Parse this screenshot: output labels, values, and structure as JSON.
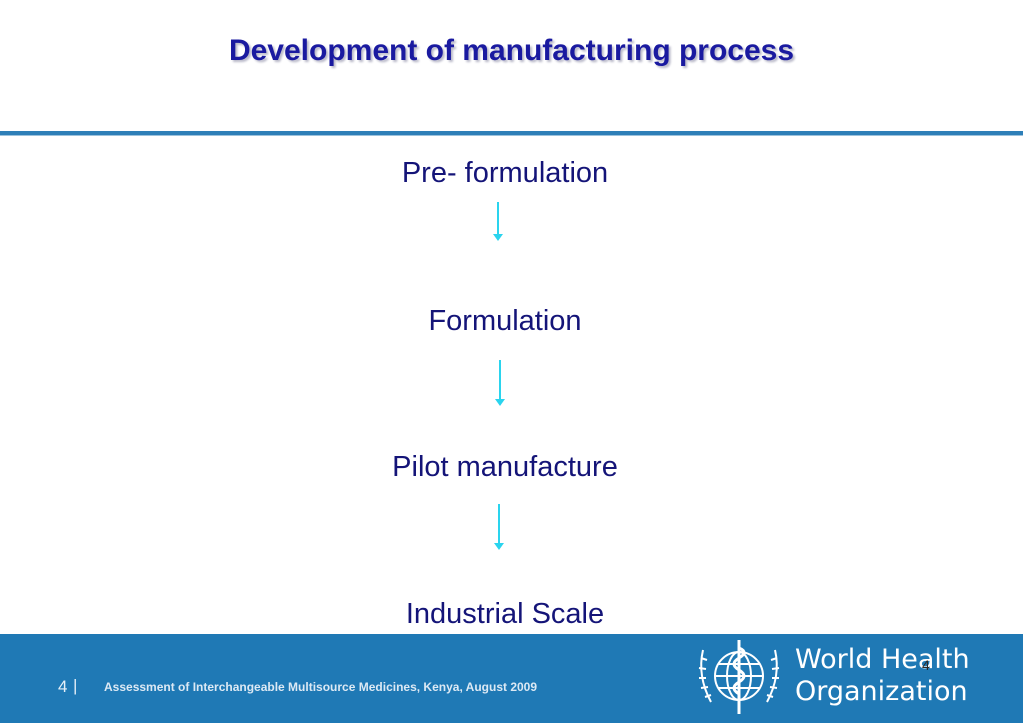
{
  "slide": {
    "title": "Development of manufacturing process",
    "steps": [
      "Pre- formulation",
      "Formulation",
      "Pilot manufacture",
      "Industrial Scale"
    ]
  },
  "footer": {
    "page_number": "4",
    "separator": "|",
    "caption": "Assessment of Interchangeable Multisource Medicines,  Kenya, August  2009",
    "slide_number_overlay": "4",
    "logo_line1": "World Health",
    "logo_line2": "Organization",
    "logo_icon": "who-emblem-icon",
    "background_color": "#1f79b5"
  }
}
